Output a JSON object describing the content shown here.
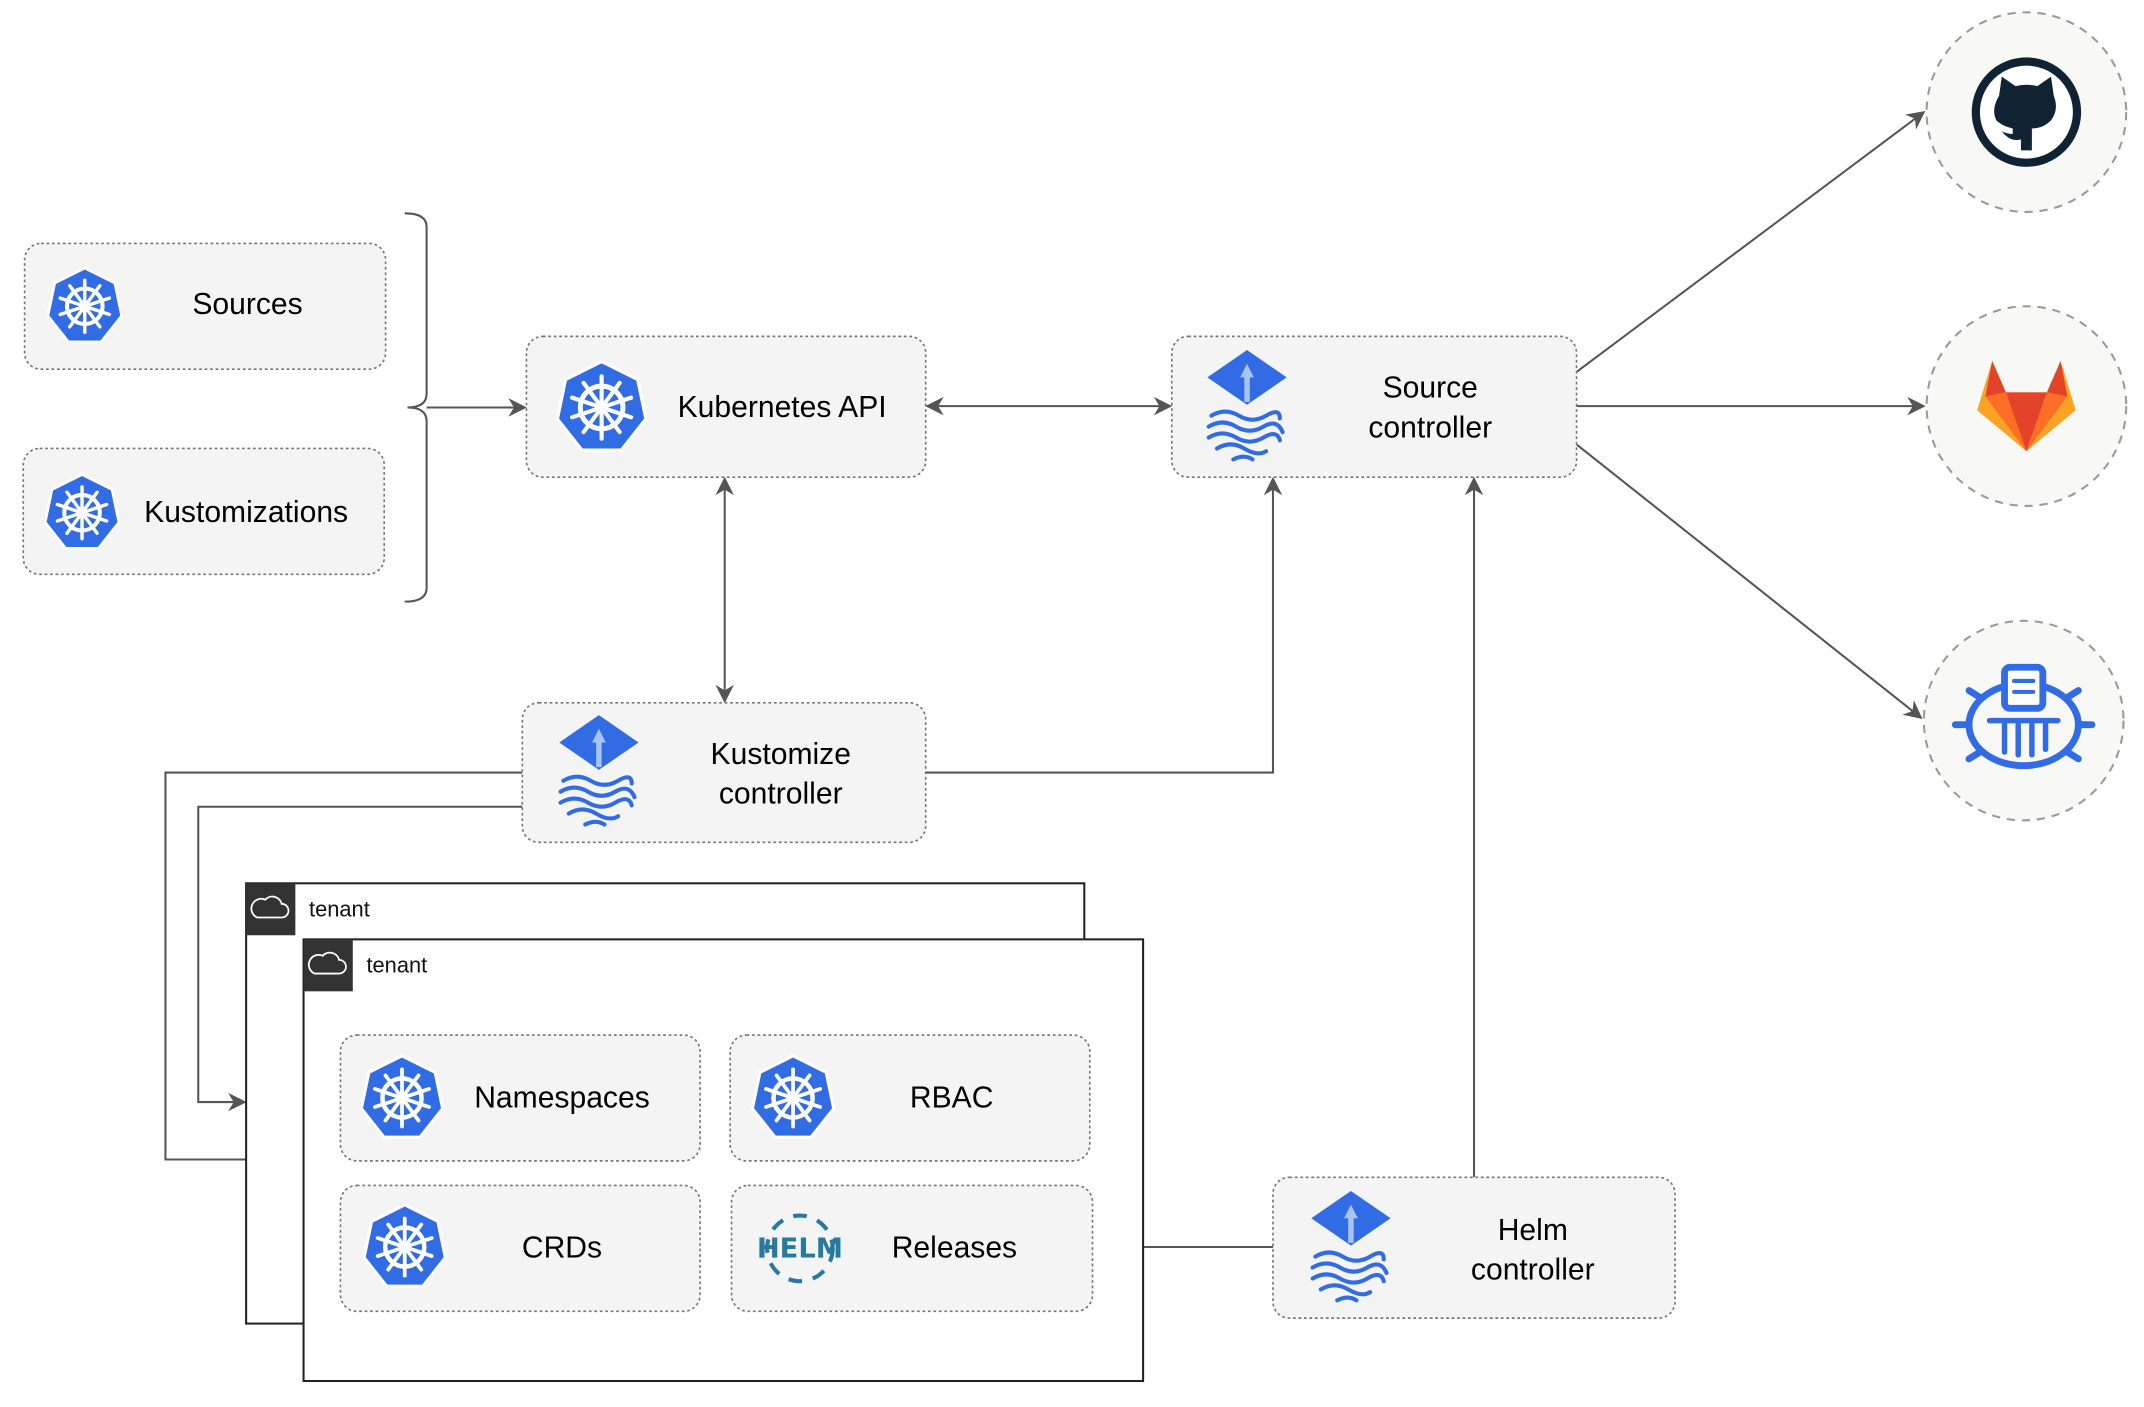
{
  "nodes": {
    "sources": "Sources",
    "kustomizations": "Kustomizations",
    "kubernetes_api": "Kubernetes API",
    "source_controller": [
      "Source",
      "controller"
    ],
    "kustomize_controller": [
      "Kustomize",
      "controller"
    ],
    "helm_controller": [
      "Helm",
      "controller"
    ],
    "namespaces": "Namespaces",
    "rbac": "RBAC",
    "crds": "CRDs",
    "releases": "Releases"
  },
  "tenants": [
    "tenant",
    "tenant"
  ],
  "helm_logo_text": "HELM",
  "external": [
    "github-icon",
    "gitlab-icon",
    "bucket-icon"
  ],
  "colors": {
    "k8s_blue": "#326ce5",
    "gitlab_orange": "#e24329",
    "github_dark": "#0f2333"
  }
}
